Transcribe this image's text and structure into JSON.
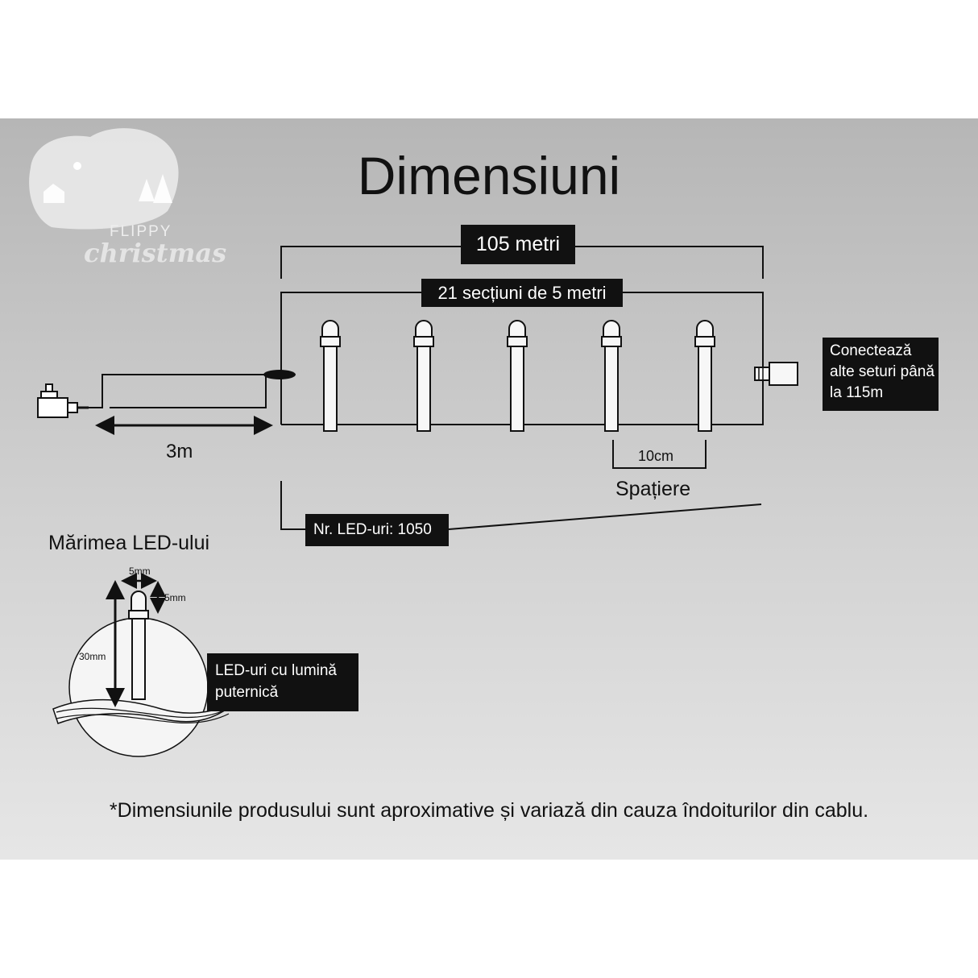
{
  "title": "Dimensiuni",
  "logo": {
    "brand": "FLIPPY",
    "script": "christmas"
  },
  "dimensions": {
    "total_length": "105 metri",
    "sections": "21 secțiuni de 5 metri",
    "lead_cable": "3m",
    "led_spacing_value": "10cm",
    "led_spacing_label": "Spațiere",
    "led_count": "Nr. LED-uri: 1050",
    "connect_more": "Conectează alte seturi până la 115m"
  },
  "led_size": {
    "heading": "Mărimea LED-ului",
    "width": "5mm",
    "cap_height": "5mm",
    "length": "30mm",
    "callout": "LED-uri cu lumină puternică"
  },
  "footnote": "*Dimensiunile produsului sunt aproximative și variază din cauza îndoiturilor din cablu.",
  "colors": {
    "ink": "#111111",
    "label_bg": "#111111",
    "label_text": "#ffffff",
    "panel": "#c8c8c8",
    "led_body": "#f7f7f7"
  }
}
